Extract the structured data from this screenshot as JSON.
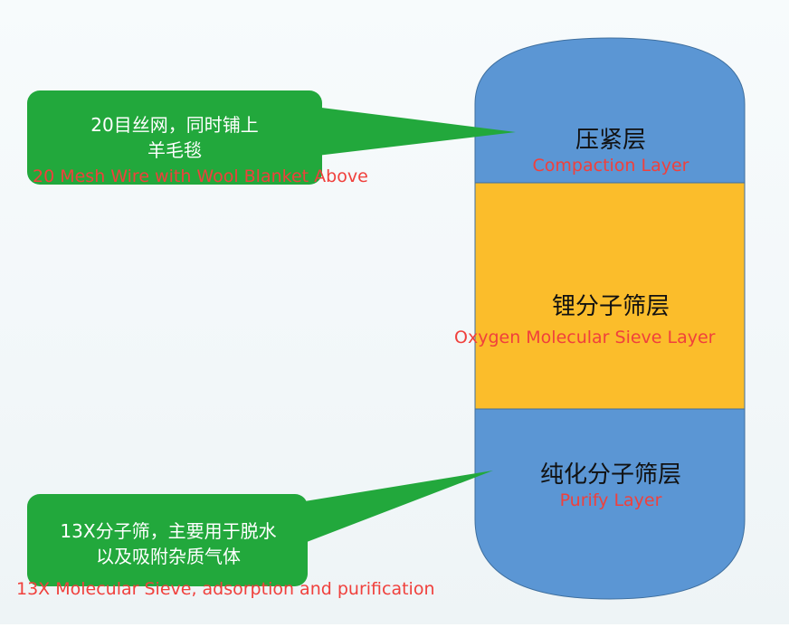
{
  "colors": {
    "top_layer": "#5b96d4",
    "middle_layer": "#fbbd2b",
    "bottom_layer": "#5b96d4",
    "callout": "#22a83c",
    "english_text": "#f0403c",
    "chinese_text": "#111111",
    "outline": "#3f6f9e"
  },
  "layers": {
    "top": {
      "label_cn": "压紧层",
      "label_en": "Compaction Layer"
    },
    "middle": {
      "label_cn": "锂分子筛层",
      "label_en": "Oxygen Molecular Sieve Layer"
    },
    "bottom": {
      "label_cn": "纯化分子筛层",
      "label_en": "Purify Layer"
    }
  },
  "callouts": {
    "top": {
      "line1": "20目丝网，同时铺上",
      "line2": "羊毛毯",
      "label_en": "20 Mesh Wire with Wool Blanket Above"
    },
    "bottom": {
      "line1": "13X分子筛，主要用于脱水",
      "line2": "以及吸附杂质气体",
      "label_en": "13X Molecular Sieve, adsorption and purification"
    }
  }
}
